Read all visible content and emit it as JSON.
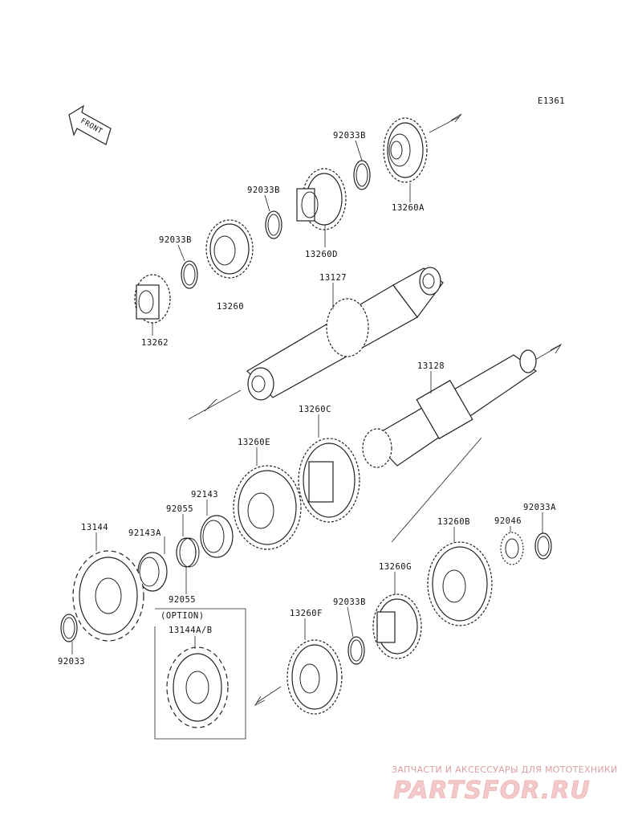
{
  "diagram_code": "E1361",
  "front_label": "FRONT",
  "option_label": "(OPTION)",
  "watermark": {
    "tagline": "ЗАПЧАСТИ И АКСЕССУАРЫ ДЛЯ МОТОТЕХНИКИ",
    "logo": "PARTSFOR.RU"
  },
  "parts": {
    "p92033B_1": "92033B",
    "p13260A": "13260A",
    "p92033B_2": "92033B",
    "p13260D": "13260D",
    "p92033B_3": "92033B",
    "p13260": "13260",
    "p13262": "13262",
    "p13127": "13127",
    "p13128": "13128",
    "p13260C": "13260C",
    "p13260E": "13260E",
    "p92143": "92143",
    "p92055_1": "92055",
    "p92143A": "92143A",
    "p13144": "13144",
    "p92055_2": "92055",
    "p92033": "92033",
    "p13144AB": "13144A/B",
    "p13260B": "13260B",
    "p92046": "92046",
    "p92033A": "92033A",
    "p13260G": "13260G",
    "p92033B_4": "92033B",
    "p13260F": "13260F"
  }
}
